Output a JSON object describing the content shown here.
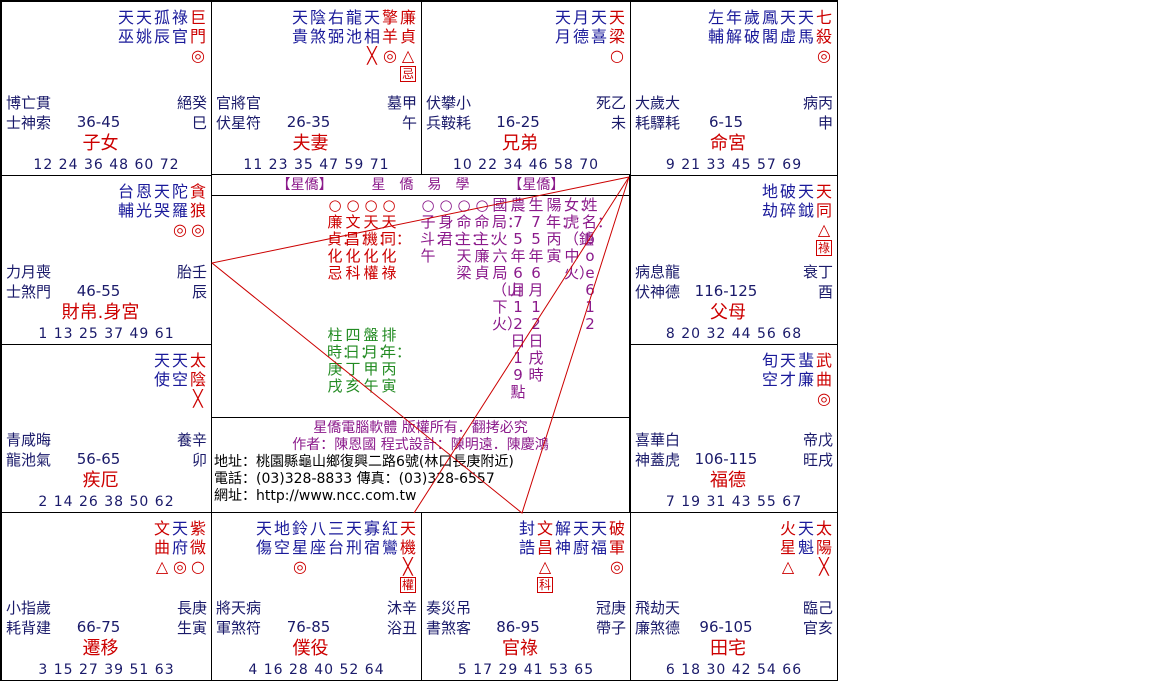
{
  "center": {
    "header": [
      "【星僑】",
      "星　僑　易　學",
      "【星僑】"
    ],
    "mid_cols": [
      {
        "text": "○廉貞：化忌",
        "color": "#cc0000"
      },
      {
        "text": "○文昌：化科",
        "color": "#cc0000"
      },
      {
        "text": "○天機：化權",
        "color": "#cc0000"
      },
      {
        "text": "○天同：化祿",
        "color": "#cc0000"
      }
    ],
    "left_cols": [
      {
        "text": "柱時：庚戌",
        "color": "#228b22"
      },
      {
        "text": "四日：丁亥",
        "color": "#228b22"
      },
      {
        "text": "盤月：甲午",
        "color": "#228b22"
      },
      {
        "text": "排年：丙寅",
        "color": "#228b22"
      }
    ],
    "right_cols": [
      {
        "text": "○子斗：午",
        "color": "#8b1a8b"
      },
      {
        "text": "○身君：",
        "color": "#8b1a8b"
      },
      {
        "text": "○命主：天梁",
        "color": "#8b1a8b"
      },
      {
        "text": "○命主：廉貞",
        "color": "#8b1a8b"
      },
      {
        "text": "國局：火六局（山下火）",
        "color": "#8b1a8b"
      },
      {
        "text": "農75年6月12日19點",
        "color": "#8b1a8b"
      },
      {
        "text": "生75年6月12日戌時",
        "color": "#8b1a8b"
      },
      {
        "text": "陽年：丙寅",
        "color": "#8b1a8b"
      },
      {
        "text": "女：虎（鑪中火）",
        "color": "#8b1a8b"
      },
      {
        "text": "姓名：boe612",
        "color": "#8b1a8b"
      }
    ],
    "footer": {
      "line1": "星僑電腦軟體 版權所有．翻拷必究",
      "line2": "作者：陳恩國 程式設計：陳明遠．陳慶鴻",
      "line3": "地址：桃園縣龜山鄉復興二路6號(林口長庚附近)",
      "line4": "電話：(03)328-8833 傳真：(03)328-6557",
      "line5": "網址：http://www.ncc.com.tw"
    }
  },
  "palaces": [
    {
      "id": "si",
      "stars": [
        {
          "ch": "巨",
          "red": true,
          "mk": "◎"
        },
        {
          "ch": "門",
          "red": true,
          "mk": "○"
        },
        {
          "ch": "祿",
          "red": false
        },
        {
          "ch": "官",
          "red": false
        },
        {
          "ch": "孤",
          "red": false
        },
        {
          "ch": "辰",
          "red": false
        },
        {
          "ch": "天",
          "red": false
        },
        {
          "ch": "姚",
          "red": false
        },
        {
          "ch": "天",
          "red": false
        },
        {
          "ch": "巫",
          "red": false
        }
      ],
      "minor": [
        "博亡貫",
        "士神索"
      ],
      "range": "36-45",
      "palace": "子女",
      "stage": "絕癸\n　巳",
      "ages": "12 24 36 48 60 72"
    },
    {
      "id": "wu",
      "stars": [
        {
          "ch": "廉",
          "red": true,
          "mk": "△",
          "hua": "忌"
        },
        {
          "ch": "貞",
          "red": true
        },
        {
          "ch": "擎",
          "red": true,
          "mk": "◎"
        },
        {
          "ch": "羊",
          "red": false
        },
        {
          "ch": "天",
          "red": false,
          "mk": "╳"
        },
        {
          "ch": "相",
          "red": false
        },
        {
          "ch": "龍",
          "red": false
        },
        {
          "ch": "池",
          "red": false
        },
        {
          "ch": "右",
          "red": false
        },
        {
          "ch": "弼",
          "red": false
        },
        {
          "ch": "陰",
          "red": false
        },
        {
          "ch": "煞",
          "red": false
        },
        {
          "ch": "天",
          "red": false
        },
        {
          "ch": "貴",
          "red": false
        }
      ],
      "minor": [
        "官將官",
        "伏星符"
      ],
      "range": "26-35",
      "palace": "夫妻",
      "stage": "墓甲\n　午",
      "ages": "11 23 35 47 59 71"
    },
    {
      "id": "wei",
      "stars": [
        {
          "ch": "天",
          "red": true,
          "mk": "○"
        },
        {
          "ch": "梁",
          "red": true
        },
        {
          "ch": "天",
          "red": false
        },
        {
          "ch": "喜",
          "red": false
        },
        {
          "ch": "月",
          "red": false
        },
        {
          "ch": "德",
          "red": false
        },
        {
          "ch": "天",
          "red": false
        },
        {
          "ch": "月",
          "red": false
        }
      ],
      "minor": [
        "伏攀小",
        "兵鞍耗"
      ],
      "range": "16-25",
      "palace": "兄弟",
      "stage": "死乙\n　未",
      "ages": "10 22 34 46 58 70"
    },
    {
      "id": "shen",
      "stars": [
        {
          "ch": "七",
          "red": true,
          "mk": "◎"
        },
        {
          "ch": "殺",
          "red": true
        },
        {
          "ch": "天",
          "red": false
        },
        {
          "ch": "馬",
          "red": false
        },
        {
          "ch": "天",
          "red": false
        },
        {
          "ch": "虛",
          "red": false
        },
        {
          "ch": "鳳",
          "red": false
        },
        {
          "ch": "閣",
          "red": false
        },
        {
          "ch": "歲",
          "red": false
        },
        {
          "ch": "破",
          "red": false
        },
        {
          "ch": "年",
          "red": false
        },
        {
          "ch": "解",
          "red": false
        },
        {
          "ch": "左",
          "red": false
        },
        {
          "ch": "輔",
          "red": false
        }
      ],
      "minor": [
        "大歲大",
        "耗驛耗"
      ],
      "range": "6-15",
      "palace": "命宮",
      "stage": "病丙\n　申",
      "ages": "9 21 33 45 57 69"
    },
    {
      "id": "chen",
      "stars": [
        {
          "ch": "貪",
          "red": true,
          "mk": "◎"
        },
        {
          "ch": "狼",
          "red": true
        },
        {
          "ch": "陀",
          "red": false,
          "mk": "◎"
        },
        {
          "ch": "羅",
          "red": false
        },
        {
          "ch": "天",
          "red": false
        },
        {
          "ch": "哭",
          "red": false
        },
        {
          "ch": "恩",
          "red": false
        },
        {
          "ch": "光",
          "red": false
        },
        {
          "ch": "台",
          "red": false
        },
        {
          "ch": "輔",
          "red": false
        }
      ],
      "minor": [
        "力月喪",
        "士煞門"
      ],
      "range": "46-55",
      "palace": "財帛.身宮",
      "stage": "胎壬\n　辰",
      "ages": "1 13 25 37 49 61"
    },
    {
      "id": "you",
      "stars": [
        {
          "ch": "天",
          "red": true,
          "mk": "△",
          "hua": "祿"
        },
        {
          "ch": "同",
          "red": true
        },
        {
          "ch": "天",
          "red": false
        },
        {
          "ch": "鉞",
          "red": false
        },
        {
          "ch": "破",
          "red": false
        },
        {
          "ch": "碎",
          "red": false
        },
        {
          "ch": "地",
          "red": false
        },
        {
          "ch": "劫",
          "red": false
        }
      ],
      "minor": [
        "病息龍",
        "伏神德"
      ],
      "range": "116-125",
      "palace": "父母",
      "stage": "衰丁\n　酉",
      "ages": "8 20 32 44 56 68"
    },
    {
      "id": "mao",
      "stars": [
        {
          "ch": "太",
          "red": true,
          "mk": "╳"
        },
        {
          "ch": "陰",
          "red": true
        },
        {
          "ch": "天",
          "red": false
        },
        {
          "ch": "空",
          "red": false
        },
        {
          "ch": "天",
          "red": false
        },
        {
          "ch": "使",
          "red": false
        }
      ],
      "minor": [
        "青咸晦",
        "龍池氣"
      ],
      "range": "56-65",
      "palace": "疾厄",
      "stage": "養辛\n　卯",
      "ages": "2 14 26 38 50 62"
    },
    {
      "id": "xu",
      "stars": [
        {
          "ch": "武",
          "red": true,
          "mk": "◎"
        },
        {
          "ch": "曲",
          "red": true
        },
        {
          "ch": "蜚",
          "red": false
        },
        {
          "ch": "廉",
          "red": false
        },
        {
          "ch": "天",
          "red": false
        },
        {
          "ch": "才",
          "red": false
        },
        {
          "ch": "旬",
          "red": false
        },
        {
          "ch": "空",
          "red": false
        }
      ],
      "minor": [
        "喜華白",
        "神蓋虎"
      ],
      "range": "106-115",
      "palace": "福德",
      "stage": "帝戊\n　旺戌",
      "ages": "7 19 31 43 55 67"
    },
    {
      "id": "yin",
      "stars": [
        {
          "ch": "紫",
          "red": true,
          "mk": "○"
        },
        {
          "ch": "微",
          "red": true
        },
        {
          "ch": "天",
          "red": false,
          "mk": "◎"
        },
        {
          "ch": "府",
          "red": false
        },
        {
          "ch": "文",
          "red": true,
          "mk": "△"
        },
        {
          "ch": "曲",
          "red": false
        }
      ],
      "minor": [
        "小指歲",
        "耗背建"
      ],
      "range": "66-75",
      "palace": "遷移",
      "stage": "長庚\n　生寅",
      "ages": "3 15 27 39 51 63"
    },
    {
      "id": "chou",
      "stars": [
        {
          "ch": "天",
          "red": true,
          "mk": "╳",
          "hua": "權"
        },
        {
          "ch": "機",
          "red": true
        },
        {
          "ch": "紅",
          "red": false
        },
        {
          "ch": "鸞",
          "red": false
        },
        {
          "ch": "寡",
          "red": false
        },
        {
          "ch": "宿",
          "red": false
        },
        {
          "ch": "天",
          "red": false
        },
        {
          "ch": "刑",
          "red": false
        },
        {
          "ch": "三",
          "red": false
        },
        {
          "ch": "台",
          "red": false
        },
        {
          "ch": "八",
          "red": false
        },
        {
          "ch": "座",
          "red": false
        },
        {
          "ch": "鈴",
          "red": false,
          "mk": "◎"
        },
        {
          "ch": "星",
          "red": false
        },
        {
          "ch": "地",
          "red": false
        },
        {
          "ch": "空",
          "red": false
        },
        {
          "ch": "天",
          "red": false
        },
        {
          "ch": "傷",
          "red": false
        }
      ],
      "minor": [
        "將天病",
        "軍煞符"
      ],
      "range": "76-85",
      "palace": "僕役",
      "stage": "沐辛\n　浴丑",
      "ages": "4 16 28 40 52 64"
    },
    {
      "id": "zi",
      "stars": [
        {
          "ch": "破",
          "red": true,
          "mk": "◎"
        },
        {
          "ch": "軍",
          "red": true
        },
        {
          "ch": "天",
          "red": false
        },
        {
          "ch": "福",
          "red": false
        },
        {
          "ch": "天",
          "red": false
        },
        {
          "ch": "廚",
          "red": false
        },
        {
          "ch": "解",
          "red": false
        },
        {
          "ch": "神",
          "red": false
        },
        {
          "ch": "文",
          "red": true,
          "mk": "△",
          "hua": "科"
        },
        {
          "ch": "昌",
          "red": false
        },
        {
          "ch": "封",
          "red": false
        },
        {
          "ch": "誥",
          "red": false
        }
      ],
      "minor": [
        "奏災吊",
        "書煞客"
      ],
      "range": "86-95",
      "palace": "官祿",
      "stage": "冠庚\n　帶子",
      "ages": "5 17 29 41 53 65"
    },
    {
      "id": "hai",
      "stars": [
        {
          "ch": "太",
          "red": true,
          "mk": "╳"
        },
        {
          "ch": "陽",
          "red": true
        },
        {
          "ch": "天",
          "red": false
        },
        {
          "ch": "魁",
          "red": false
        },
        {
          "ch": "火",
          "red": true,
          "mk": "△"
        },
        {
          "ch": "星",
          "red": false
        }
      ],
      "minor": [
        "飛劫天",
        "廉煞德"
      ],
      "range": "96-105",
      "palace": "田宅",
      "stage": "臨己\n　官亥",
      "ages": "6 18 30 42 54 66"
    }
  ]
}
